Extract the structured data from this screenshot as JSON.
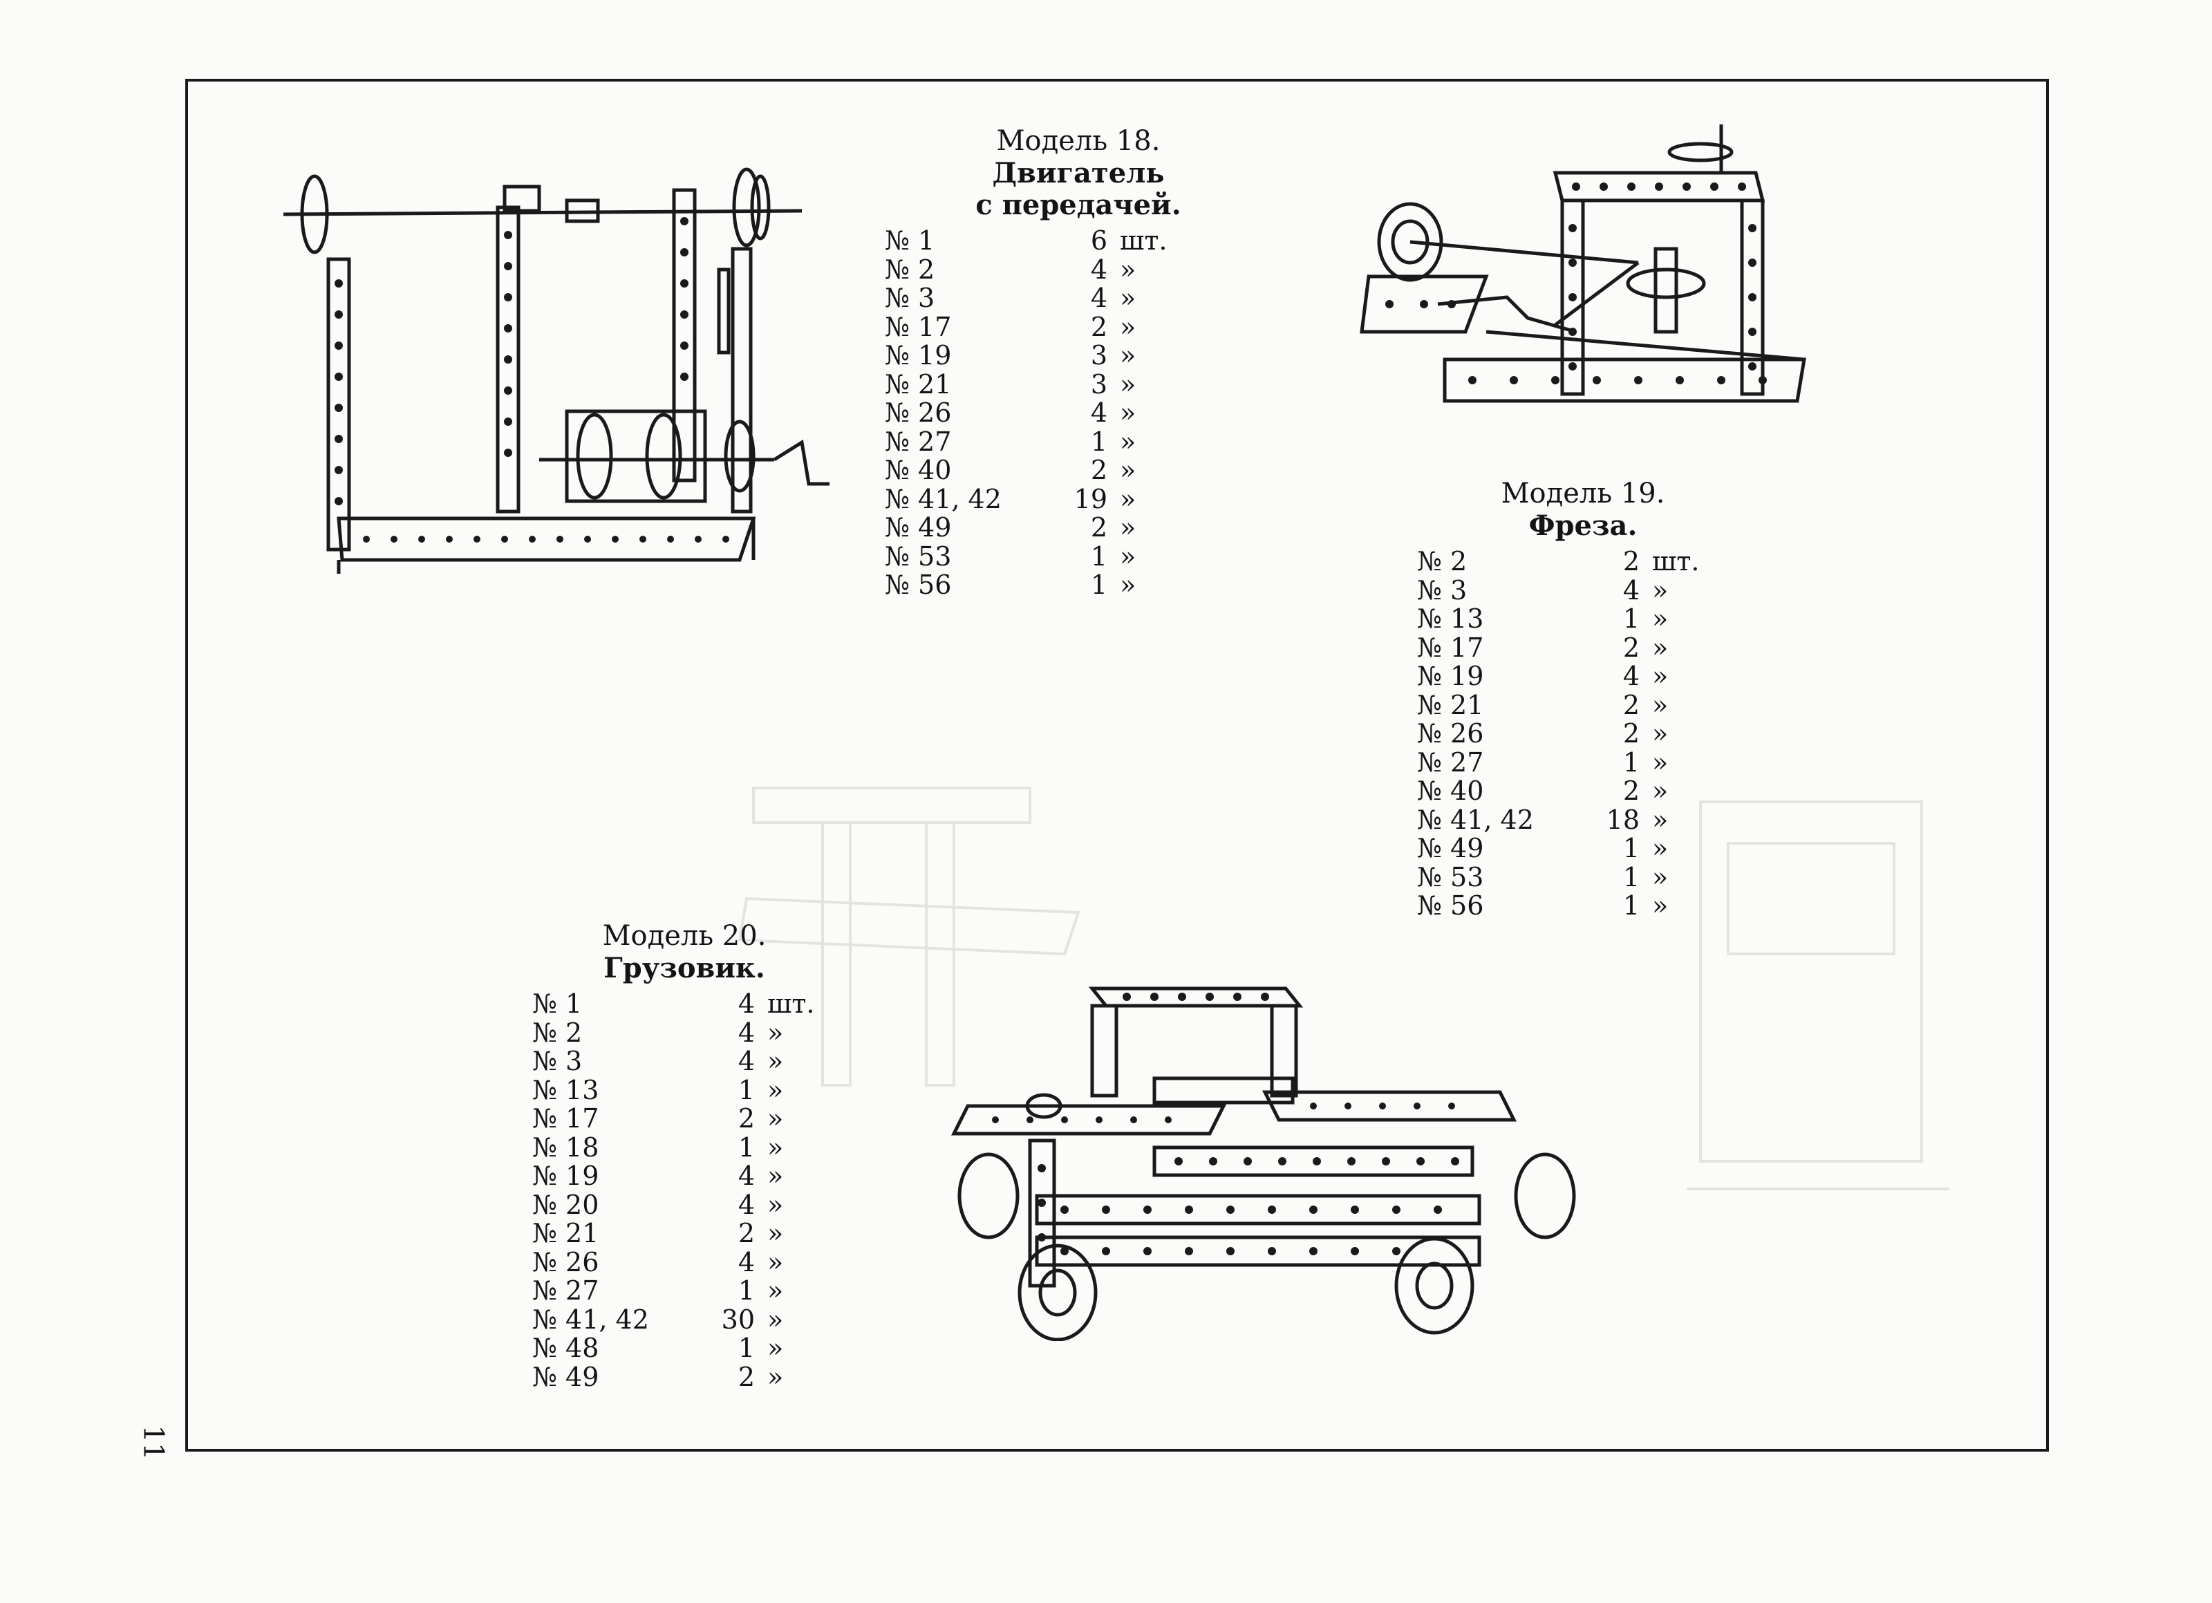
{
  "page": {
    "number": "11"
  },
  "models": [
    {
      "title": "Модель 18.",
      "subtitle": [
        "Двигатель",
        "с передачей."
      ],
      "parts": [
        {
          "num": "№ 1",
          "qty": "6",
          "unit": "шт."
        },
        {
          "num": "№ 2",
          "qty": "4",
          "unit": "»"
        },
        {
          "num": "№ 3",
          "qty": "4",
          "unit": "»"
        },
        {
          "num": "№ 17",
          "qty": "2",
          "unit": "»"
        },
        {
          "num": "№ 19",
          "qty": "3",
          "unit": "»"
        },
        {
          "num": "№ 21",
          "qty": "3",
          "unit": "»"
        },
        {
          "num": "№ 26",
          "qty": "4",
          "unit": "»"
        },
        {
          "num": "№ 27",
          "qty": "1",
          "unit": "»"
        },
        {
          "num": "№ 40",
          "qty": "2",
          "unit": "»"
        },
        {
          "num": "№ 41, 42",
          "qty": "19",
          "unit": "»"
        },
        {
          "num": "№ 49",
          "qty": "2",
          "unit": "»"
        },
        {
          "num": "№ 53",
          "qty": "1",
          "unit": "»"
        },
        {
          "num": "№ 56",
          "qty": "1",
          "unit": "»"
        }
      ]
    },
    {
      "title": "Модель 19.",
      "subtitle": [
        "Фреза."
      ],
      "parts": [
        {
          "num": "№ 2",
          "qty": "2",
          "unit": "шт."
        },
        {
          "num": "№ 3",
          "qty": "4",
          "unit": "»"
        },
        {
          "num": "№ 13",
          "qty": "1",
          "unit": "»"
        },
        {
          "num": "№ 17",
          "qty": "2",
          "unit": "»"
        },
        {
          "num": "№ 19",
          "qty": "4",
          "unit": "»"
        },
        {
          "num": "№ 21",
          "qty": "2",
          "unit": "»"
        },
        {
          "num": "№ 26",
          "qty": "2",
          "unit": "»"
        },
        {
          "num": "№ 27",
          "qty": "1",
          "unit": "»"
        },
        {
          "num": "№ 40",
          "qty": "2",
          "unit": "»"
        },
        {
          "num": "№ 41, 42",
          "qty": "18",
          "unit": "»"
        },
        {
          "num": "№ 49",
          "qty": "1",
          "unit": "»"
        },
        {
          "num": "№ 53",
          "qty": "1",
          "unit": "»"
        },
        {
          "num": "№ 56",
          "qty": "1",
          "unit": "»"
        }
      ]
    },
    {
      "title": "Модель 20.",
      "subtitle": [
        "Грузовик."
      ],
      "parts": [
        {
          "num": "№ 1",
          "qty": "4",
          "unit": "шт."
        },
        {
          "num": "№ 2",
          "qty": "4",
          "unit": "»"
        },
        {
          "num": "№ 3",
          "qty": "4",
          "unit": "»"
        },
        {
          "num": "№ 13",
          "qty": "1",
          "unit": "»"
        },
        {
          "num": "№ 17",
          "qty": "2",
          "unit": "»"
        },
        {
          "num": "№ 18",
          "qty": "1",
          "unit": "»"
        },
        {
          "num": "№ 19",
          "qty": "4",
          "unit": "»"
        },
        {
          "num": "№ 20",
          "qty": "4",
          "unit": "»"
        },
        {
          "num": "№ 21",
          "qty": "2",
          "unit": "»"
        },
        {
          "num": "№ 26",
          "qty": "4",
          "unit": "»"
        },
        {
          "num": "№ 27",
          "qty": "1",
          "unit": "»"
        },
        {
          "num": "№ 41, 42",
          "qty": "30",
          "unit": "»"
        },
        {
          "num": "№ 48",
          "qty": "1",
          "unit": "»"
        },
        {
          "num": "№ 49",
          "qty": "2",
          "unit": "»"
        }
      ]
    }
  ]
}
